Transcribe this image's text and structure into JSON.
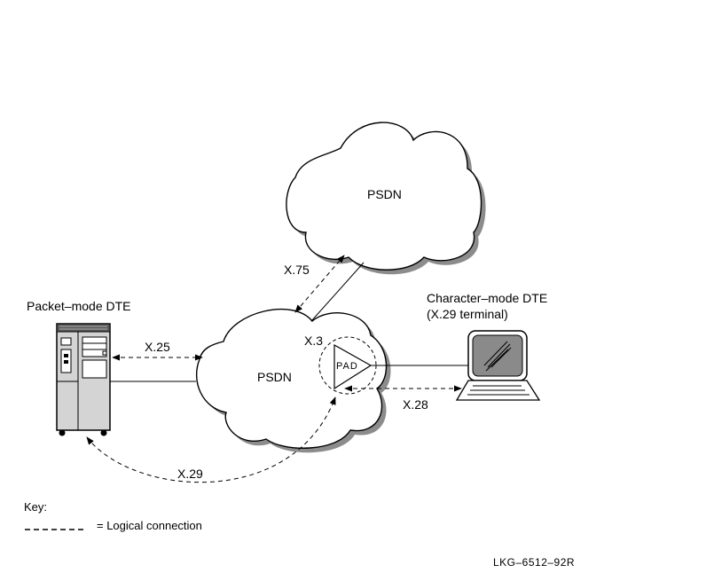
{
  "diagram": {
    "nodes": {
      "psdn_top": {
        "label": "PSDN"
      },
      "psdn_main": {
        "label": "PSDN"
      },
      "packet_dte": {
        "label": "Packet–mode DTE"
      },
      "char_dte": {
        "label_line1": "Character–mode DTE",
        "label_line2": "(X.29 terminal)"
      },
      "pad": {
        "label": "PAD"
      }
    },
    "connections": {
      "x25": {
        "label": "X.25",
        "type": "logical"
      },
      "x75": {
        "label": "X.75",
        "type": "logical"
      },
      "x3": {
        "label": "X.3"
      },
      "x28": {
        "label": "X.28",
        "type": "logical"
      },
      "x29": {
        "label": "X.29",
        "type": "logical"
      }
    },
    "key": {
      "title": "Key:",
      "entries": [
        {
          "symbol": "-------",
          "meaning": "= Logical connection"
        }
      ]
    },
    "figure_code": "LKG–6512–92R"
  }
}
